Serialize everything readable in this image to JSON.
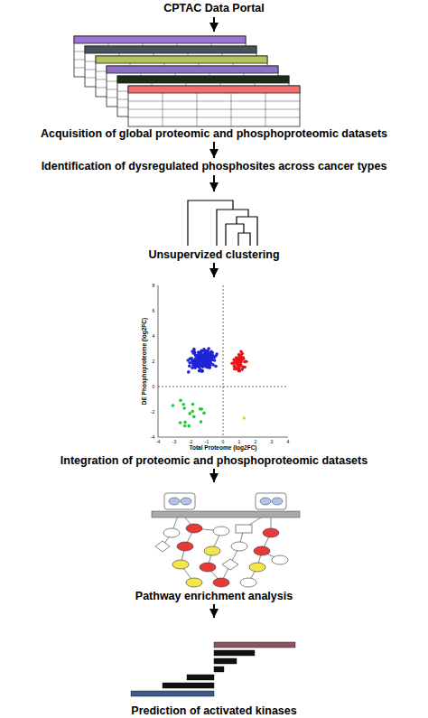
{
  "diagram": {
    "nodes": [
      {
        "text": [
          "CPTAC Data Portal"
        ]
      },
      {
        "text": [
          "Acquisition of global proteomic and phosphoproteomic datasets"
        ]
      },
      {
        "text": [
          "Identification of dysregulated phosphosites across cancer types"
        ]
      },
      {
        "text": [
          "Unsupervized clustering"
        ]
      },
      {
        "text": [
          "Integration of proteomic and phosphoproteomic datasets"
        ]
      },
      {
        "text": [
          "Pathway enrichment analysis"
        ]
      },
      {
        "text": [
          "Prediction of activated kinases"
        ]
      }
    ],
    "edges": [
      {
        "from": 0,
        "to": 1,
        "arrow": "to"
      },
      {
        "from": 1,
        "to": 2,
        "arrow": "to"
      },
      {
        "from": 2,
        "to": 3,
        "arrow": "to"
      },
      {
        "from": 3,
        "to": 4,
        "arrow": "to"
      },
      {
        "from": 4,
        "to": 5,
        "arrow": "to"
      },
      {
        "from": 5,
        "to": 6,
        "arrow": "to"
      }
    ],
    "labels": [
      "DE Phosphoproteome (log2FC)",
      "Total Proteome (log2FC)",
      "8",
      "6",
      "4",
      "2",
      "0",
      "-2",
      "-4",
      "-4",
      "-3",
      "-2",
      "-1",
      "0",
      "1",
      "2",
      "3",
      "4"
    ]
  }
}
